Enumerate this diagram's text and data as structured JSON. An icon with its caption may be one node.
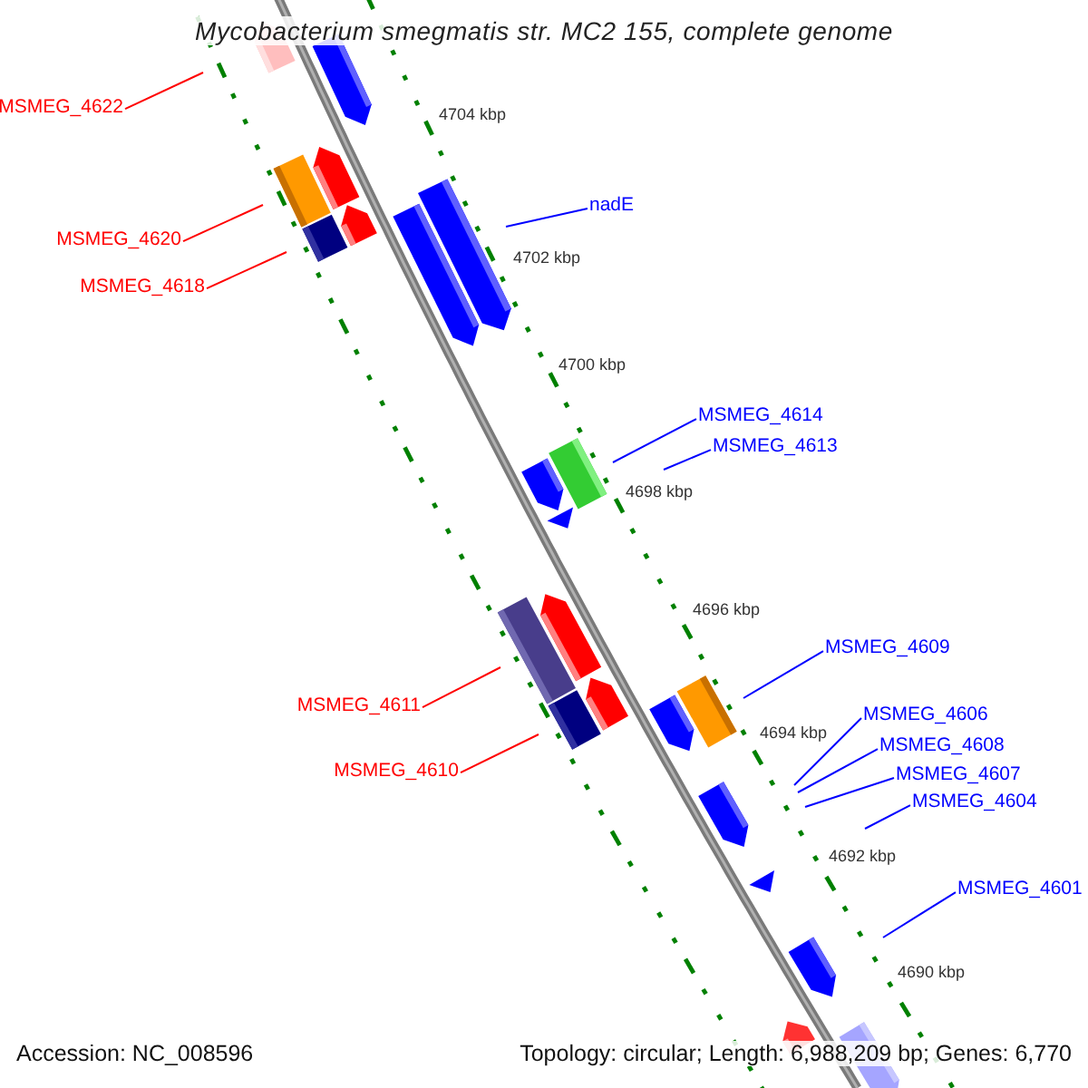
{
  "diagram": {
    "title": "Mycobacterium smegmatis str. MC2 155, complete genome",
    "nodes": [
      {
        "text": [
          "MSMEG_4622"
        ]
      },
      {
        "text": [
          "nadE"
        ]
      },
      {
        "text": [
          "MSMEG_4620"
        ]
      },
      {
        "text": [
          "MSMEG_4618"
        ]
      },
      {
        "text": [
          "MSMEG_4614"
        ]
      },
      {
        "text": [
          "MSMEG_4613"
        ]
      },
      {
        "text": [
          "MSMEG_4609"
        ]
      },
      {
        "text": [
          "MSMEG_4611"
        ]
      },
      {
        "text": [
          "MSMEG_4606"
        ]
      },
      {
        "text": [
          "MSMEG_4608"
        ]
      },
      {
        "text": [
          "MSMEG_4610"
        ]
      },
      {
        "text": [
          "MSMEG_4607"
        ]
      },
      {
        "text": [
          "MSMEG_4604"
        ]
      },
      {
        "text": [
          "MSMEG_4601"
        ]
      }
    ],
    "edges": [
      {
        "from": 0,
        "to": null,
        "arrow": "none",
        "color": "#ff0000"
      },
      {
        "from": 1,
        "to": null,
        "arrow": "none"
      },
      {
        "from": 2,
        "to": null,
        "arrow": "none",
        "color": "#ff0000"
      },
      {
        "from": 3,
        "to": null,
        "arrow": "none",
        "color": "#ff0000"
      },
      {
        "from": 4,
        "to": null,
        "arrow": "none"
      },
      {
        "from": 5,
        "to": null,
        "arrow": "none"
      },
      {
        "from": 6,
        "to": null,
        "arrow": "none"
      },
      {
        "from": 7,
        "to": null,
        "arrow": "none",
        "color": "#ff0000"
      },
      {
        "from": 8,
        "to": null,
        "arrow": "none"
      },
      {
        "from": 9,
        "to": null,
        "arrow": "none"
      },
      {
        "from": 10,
        "to": null,
        "arrow": "none",
        "color": "#ff0000"
      },
      {
        "from": 11,
        "to": null,
        "arrow": "none"
      },
      {
        "from": 12,
        "to": null,
        "arrow": "none"
      },
      {
        "from": 13,
        "to": null,
        "arrow": "none"
      }
    ],
    "labels": [
      "4704 kbp",
      "4702 kbp",
      "4700 kbp",
      "4698 kbp",
      "4696 kbp",
      "4694 kbp",
      "4692 kbp",
      "4690 kbp",
      "Accession: NC_008596",
      "Topology: circular; Length: 6,988,209 bp; Genes: 6,770"
    ]
  }
}
